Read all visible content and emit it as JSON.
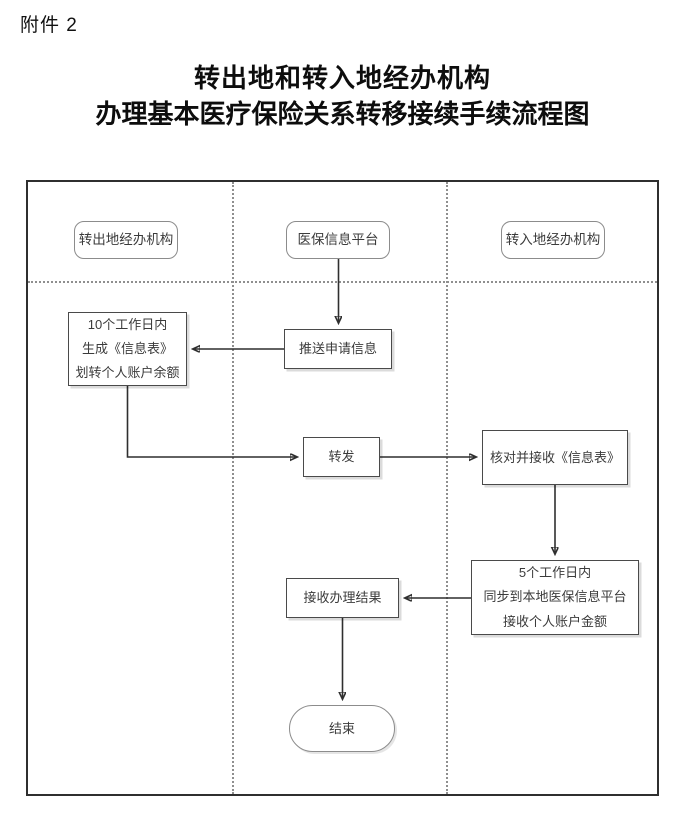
{
  "page": {
    "attachment_label": "附件 2",
    "title_line1": "转出地和转入地经办机构",
    "title_line2": "办理基本医疗保险关系转移接续手续流程图"
  },
  "flowchart": {
    "lanes": [
      {
        "label": "转出地经办机构"
      },
      {
        "label": "医保信息平台"
      },
      {
        "label": "转入地经办机构"
      }
    ],
    "nodes": {
      "generate_info": {
        "lines": [
          "10个工作日内",
          "生成《信息表》",
          "划转个人账户余额"
        ]
      },
      "push_request": {
        "label": "推送申请信息"
      },
      "forward": {
        "label": "转发"
      },
      "verify_receive": {
        "label": "核对并接收《信息表》"
      },
      "sync_receive": {
        "lines": [
          "5个工作日内",
          "同步到本地医保信息平台",
          "接收个人账户金额"
        ]
      },
      "receive_result": {
        "label": "接收办理结果"
      },
      "end": {
        "label": "结束"
      }
    },
    "edges": [
      {
        "from": "医保信息平台",
        "to": "推送申请信息"
      },
      {
        "from": "推送申请信息",
        "to": "10个工作日内生成《信息表》划转个人账户余额"
      },
      {
        "from": "10个工作日内生成《信息表》划转个人账户余额",
        "to": "转发"
      },
      {
        "from": "转发",
        "to": "核对并接收《信息表》"
      },
      {
        "from": "核对并接收《信息表》",
        "to": "5个工作日内同步到本地医保信息平台接收个人账户金额"
      },
      {
        "from": "5个工作日内同步到本地医保信息平台接收个人账户金额",
        "to": "接收办理结果"
      },
      {
        "from": "接收办理结果",
        "to": "结束"
      }
    ],
    "colors": {
      "border_dark": "#2f2f2f",
      "process_border": "#4a4a4a",
      "rounded_border": "#8c8c8c",
      "dotted_divider": "#8f8f8f",
      "text": "#3b3b3b",
      "title_text": "#0d0d0d",
      "background": "#ffffff"
    }
  }
}
